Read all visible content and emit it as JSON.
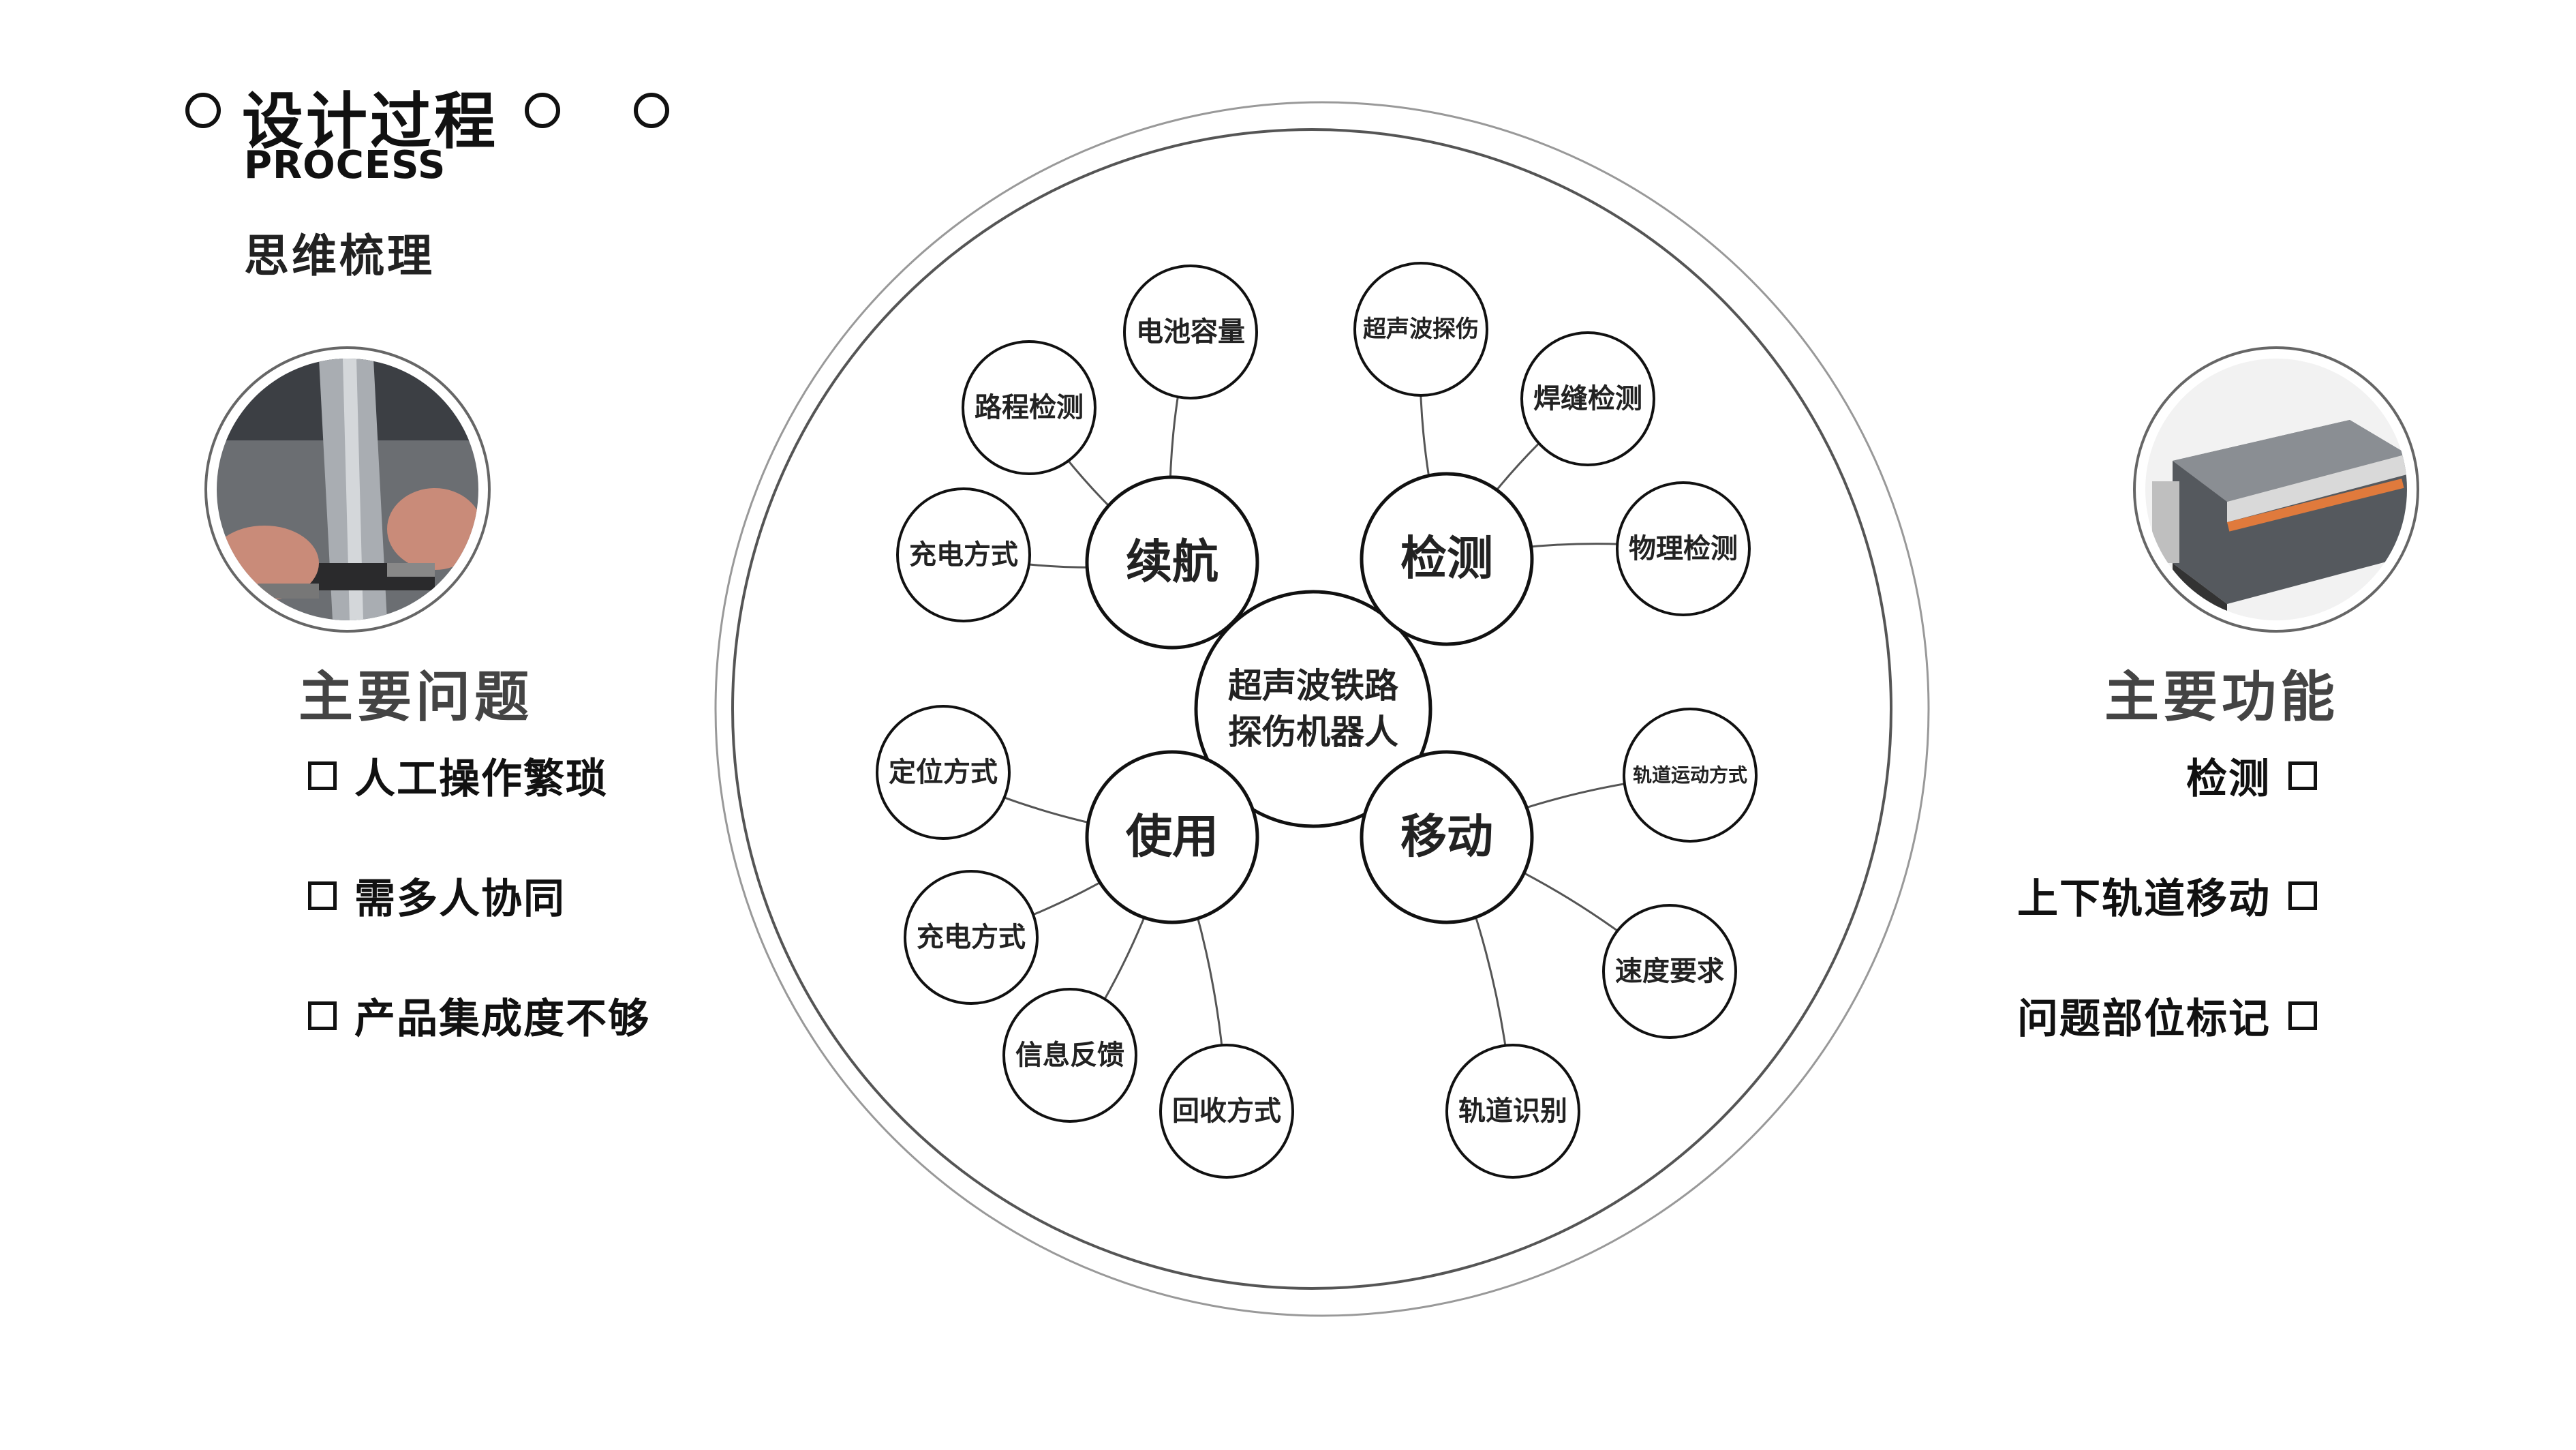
{
  "header": {
    "title": "设计过程",
    "subtitle": "PROCESS",
    "section": "思维梳理"
  },
  "left_panel": {
    "heading": "主要问题",
    "items": [
      "人工操作繁琐",
      "需多人协同",
      "产品集成度不够"
    ]
  },
  "right_panel": {
    "heading": "主要功能",
    "items": [
      "检测",
      "上下轨道移动",
      "问题部位标记"
    ]
  },
  "mindmap": {
    "center": [
      "超声波铁路",
      "探伤机器人"
    ],
    "branches": [
      {
        "label": "续航",
        "children": [
          "电池容量",
          "路程检测",
          "充电方式"
        ]
      },
      {
        "label": "检测",
        "children": [
          "超声波探伤",
          "焊缝检测",
          "物理检测"
        ]
      },
      {
        "label": "使用",
        "children": [
          "定位方式",
          "充电方式",
          "信息反馈",
          "回收方式"
        ]
      },
      {
        "label": "移动",
        "children": [
          "轨道运动方式",
          "速度要求",
          "轨道识别"
        ]
      }
    ]
  }
}
